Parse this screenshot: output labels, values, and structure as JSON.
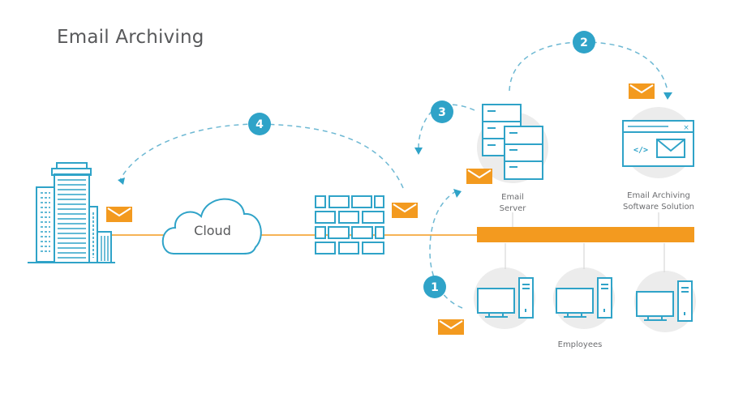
{
  "title": "Email Archiving",
  "colors": {
    "blue": "#2fa3c8",
    "orange": "#f39a1f",
    "gray_circle": "#ececec",
    "text": "#58595b"
  },
  "nodes": {
    "office": {
      "icon": "office-building-icon"
    },
    "cloud": {
      "label": "Cloud",
      "icon": "cloud-icon"
    },
    "firewall": {
      "icon": "firewall-icon"
    },
    "email_server": {
      "label_line1": "Email",
      "label_line2": "Server",
      "icon": "server-icon"
    },
    "archiving": {
      "label_line1": "Email Archiving",
      "label_line2": "Software Solution",
      "icon": "archive-window-icon",
      "code_glyph": "</>",
      "close_glyph": "×"
    },
    "employees": {
      "label": "Employees",
      "count": 3,
      "icon": "desktop-computer-icon"
    }
  },
  "steps": [
    {
      "number": "1",
      "from": "employees",
      "to": "email_server"
    },
    {
      "number": "2",
      "from": "email_server",
      "to": "archiving"
    },
    {
      "number": "3",
      "from": "email_server",
      "to": "firewall"
    },
    {
      "number": "4",
      "from": "firewall",
      "to": "office"
    }
  ]
}
